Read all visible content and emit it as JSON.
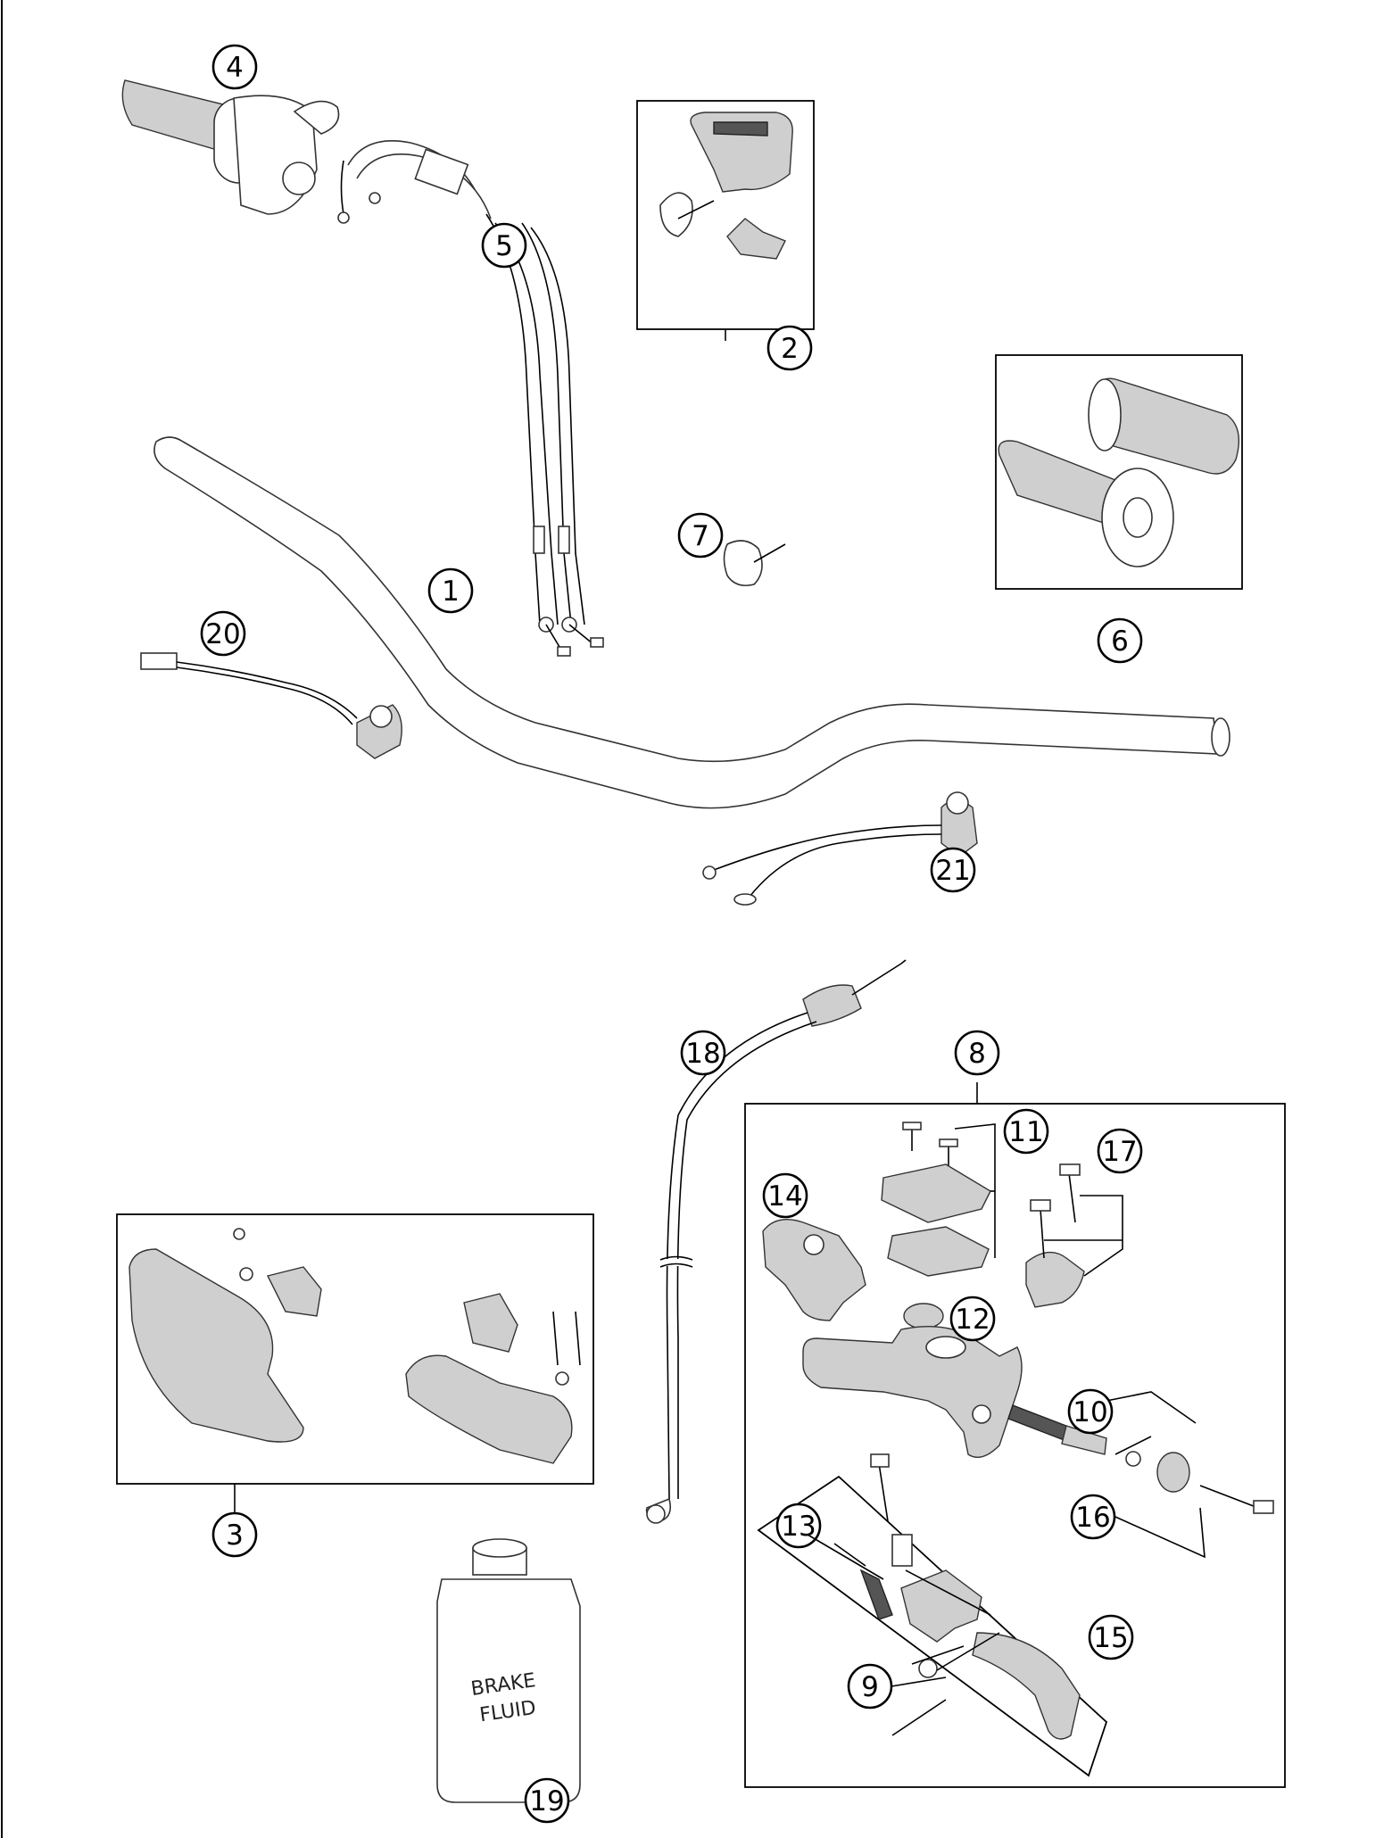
{
  "callouts": {
    "c1": "1",
    "c2": "2",
    "c3": "3",
    "c4": "4",
    "c5": "5",
    "c6": "6",
    "c7": "7",
    "c8": "8",
    "c9": "9",
    "c10": "10",
    "c11": "11",
    "c12": "12",
    "c13": "13",
    "c14": "14",
    "c15": "15",
    "c16": "16",
    "c17": "17",
    "c18": "18",
    "c19": "19",
    "c20": "20",
    "c21": "21"
  },
  "bottle_label": {
    "line1": "BRAKE",
    "line2": "FLUID"
  },
  "colors": {
    "line": "#000000",
    "background": "#ffffff"
  }
}
